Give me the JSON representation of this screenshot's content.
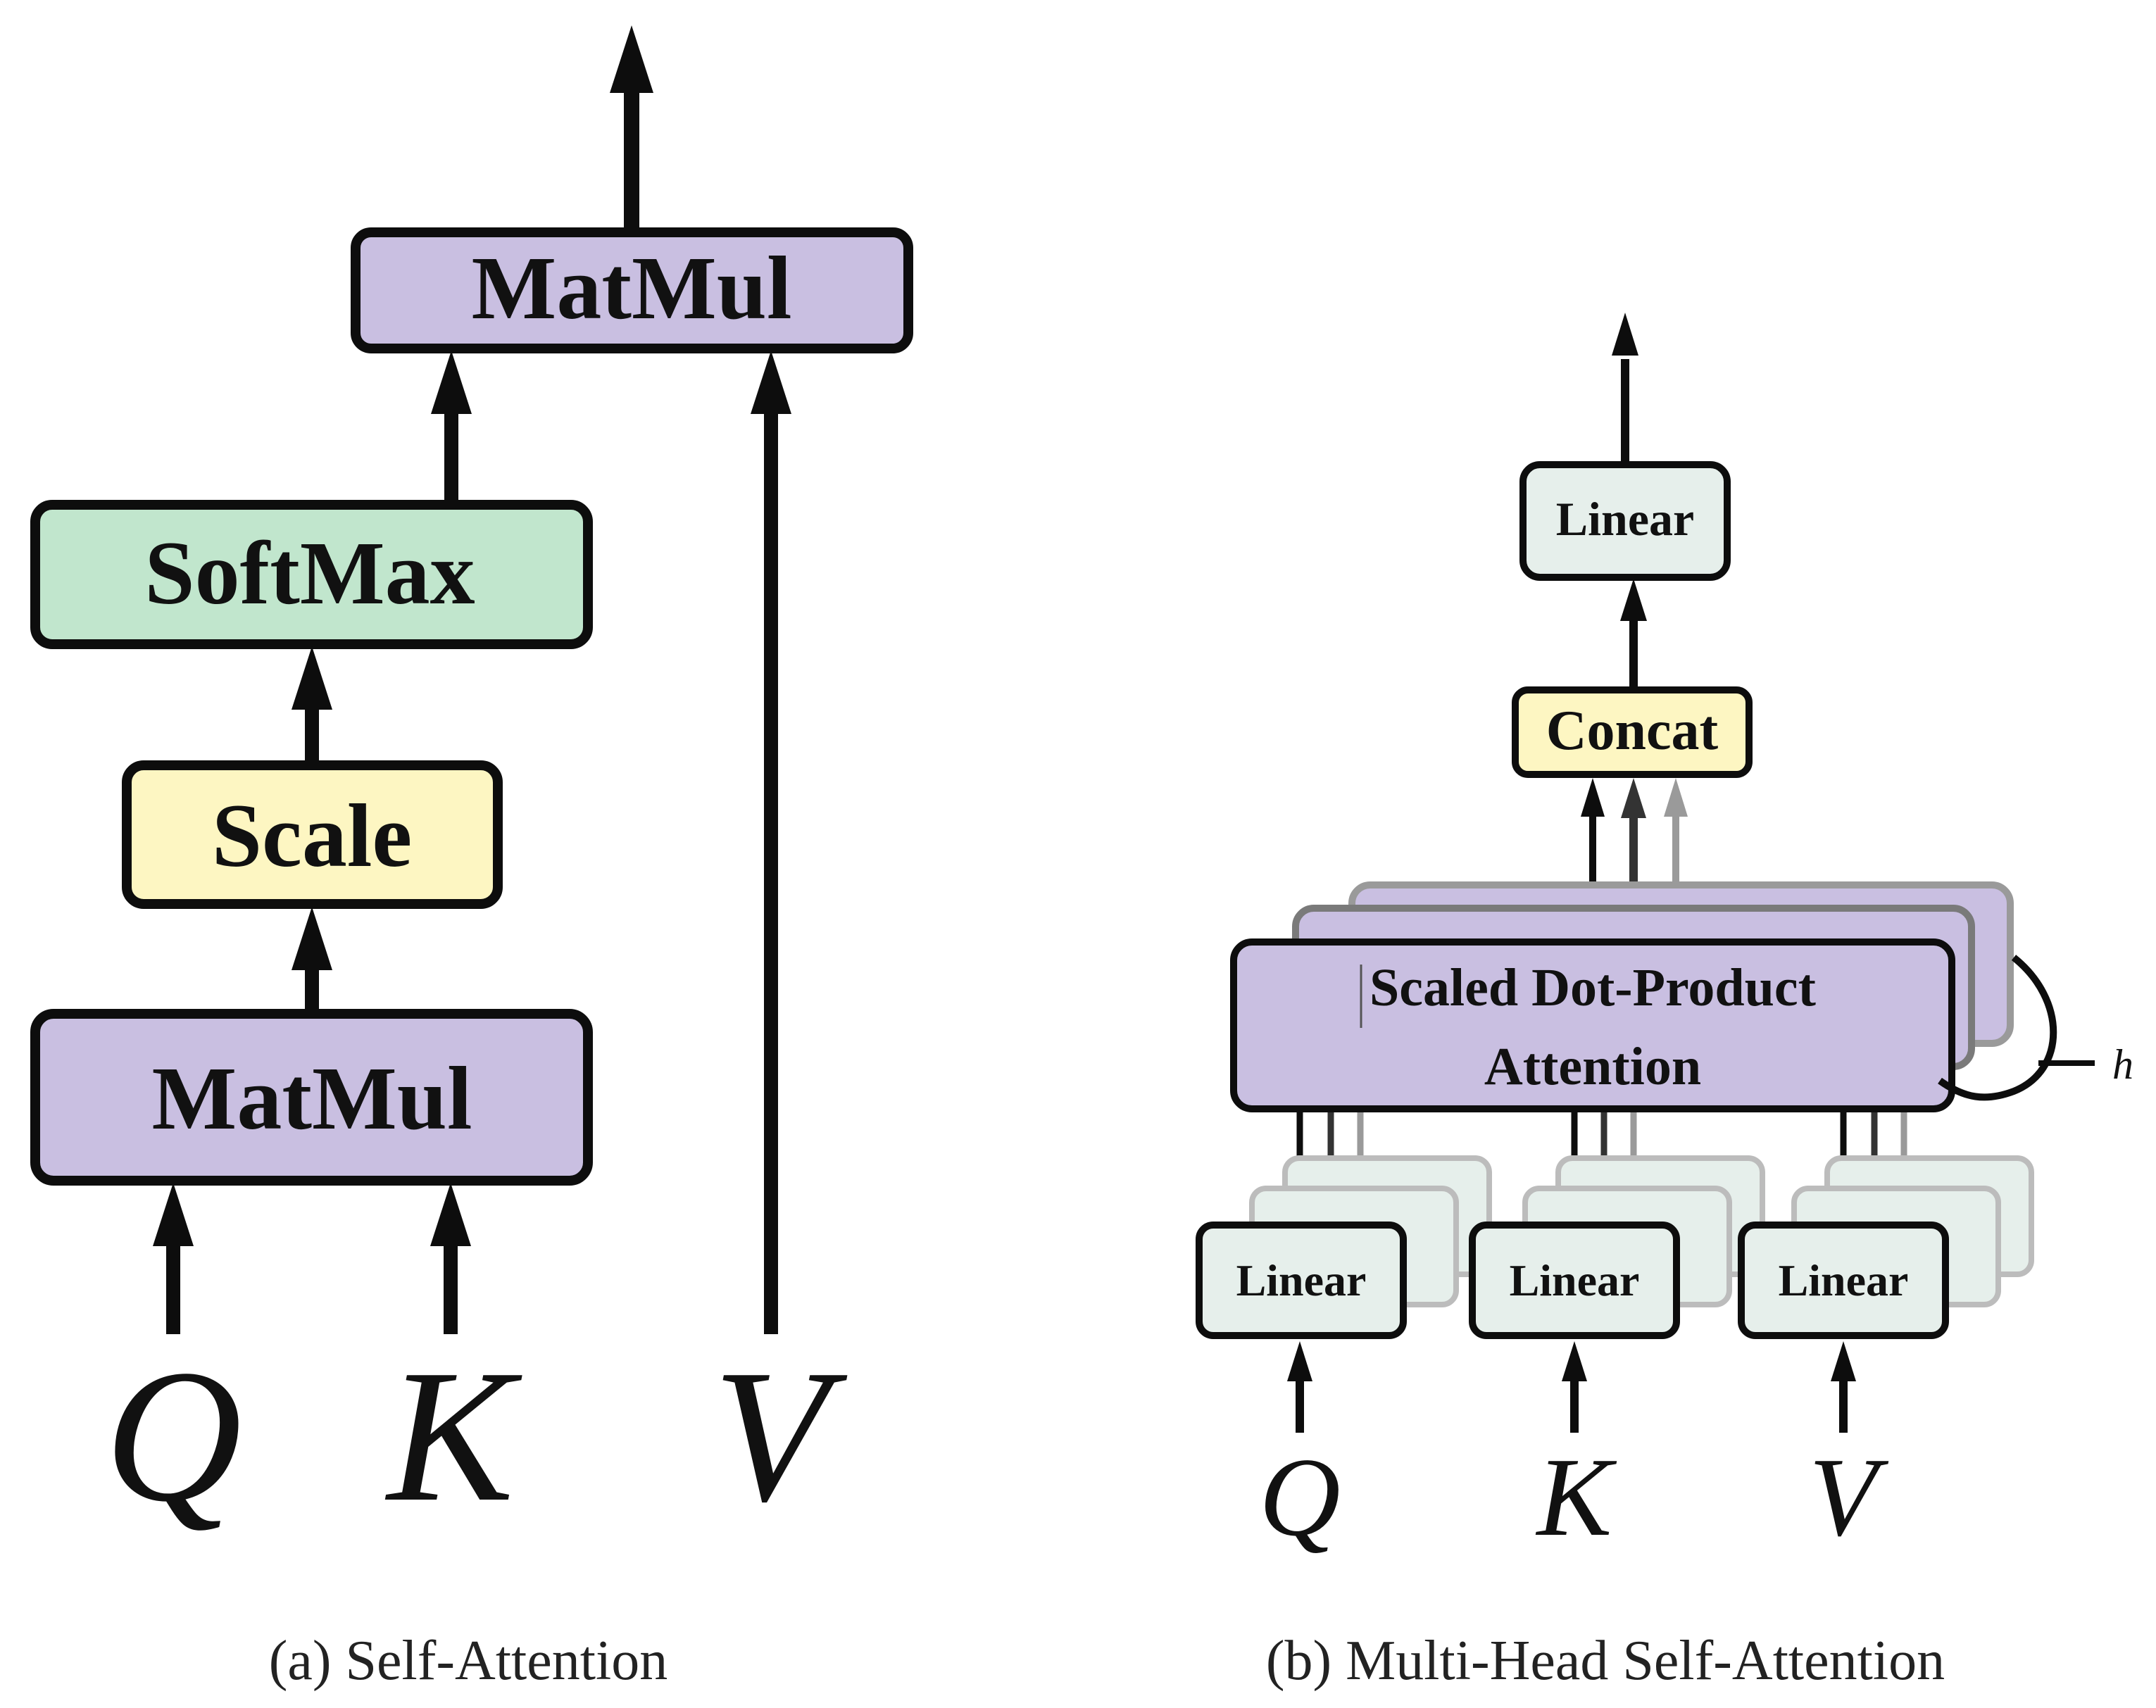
{
  "left": {
    "top_matmul": "MatMul",
    "softmax": "SoftMax",
    "scale": "Scale",
    "bottom_matmul": "MatMul",
    "inputs": [
      "Q",
      "K",
      "V"
    ],
    "caption": "(a) Self-Attention"
  },
  "right": {
    "top_linear": "Linear",
    "concat": "Concat",
    "attention_line1": "Scaled Dot-Product",
    "attention_line2": "Attention",
    "head_count": "h",
    "input_linears": [
      "Linear",
      "Linear",
      "Linear"
    ],
    "inputs": [
      "Q",
      "K",
      "V"
    ],
    "caption": "(b) Multi-Head Self-Attention"
  },
  "colors": {
    "purple": "#c9bfe1",
    "green": "#c1e6cd",
    "yellow": "#fdf6c2",
    "gray_box": "#e6efeb",
    "stroke": "#0d0d0d",
    "ghost_stroke": "#9a9a9a"
  }
}
